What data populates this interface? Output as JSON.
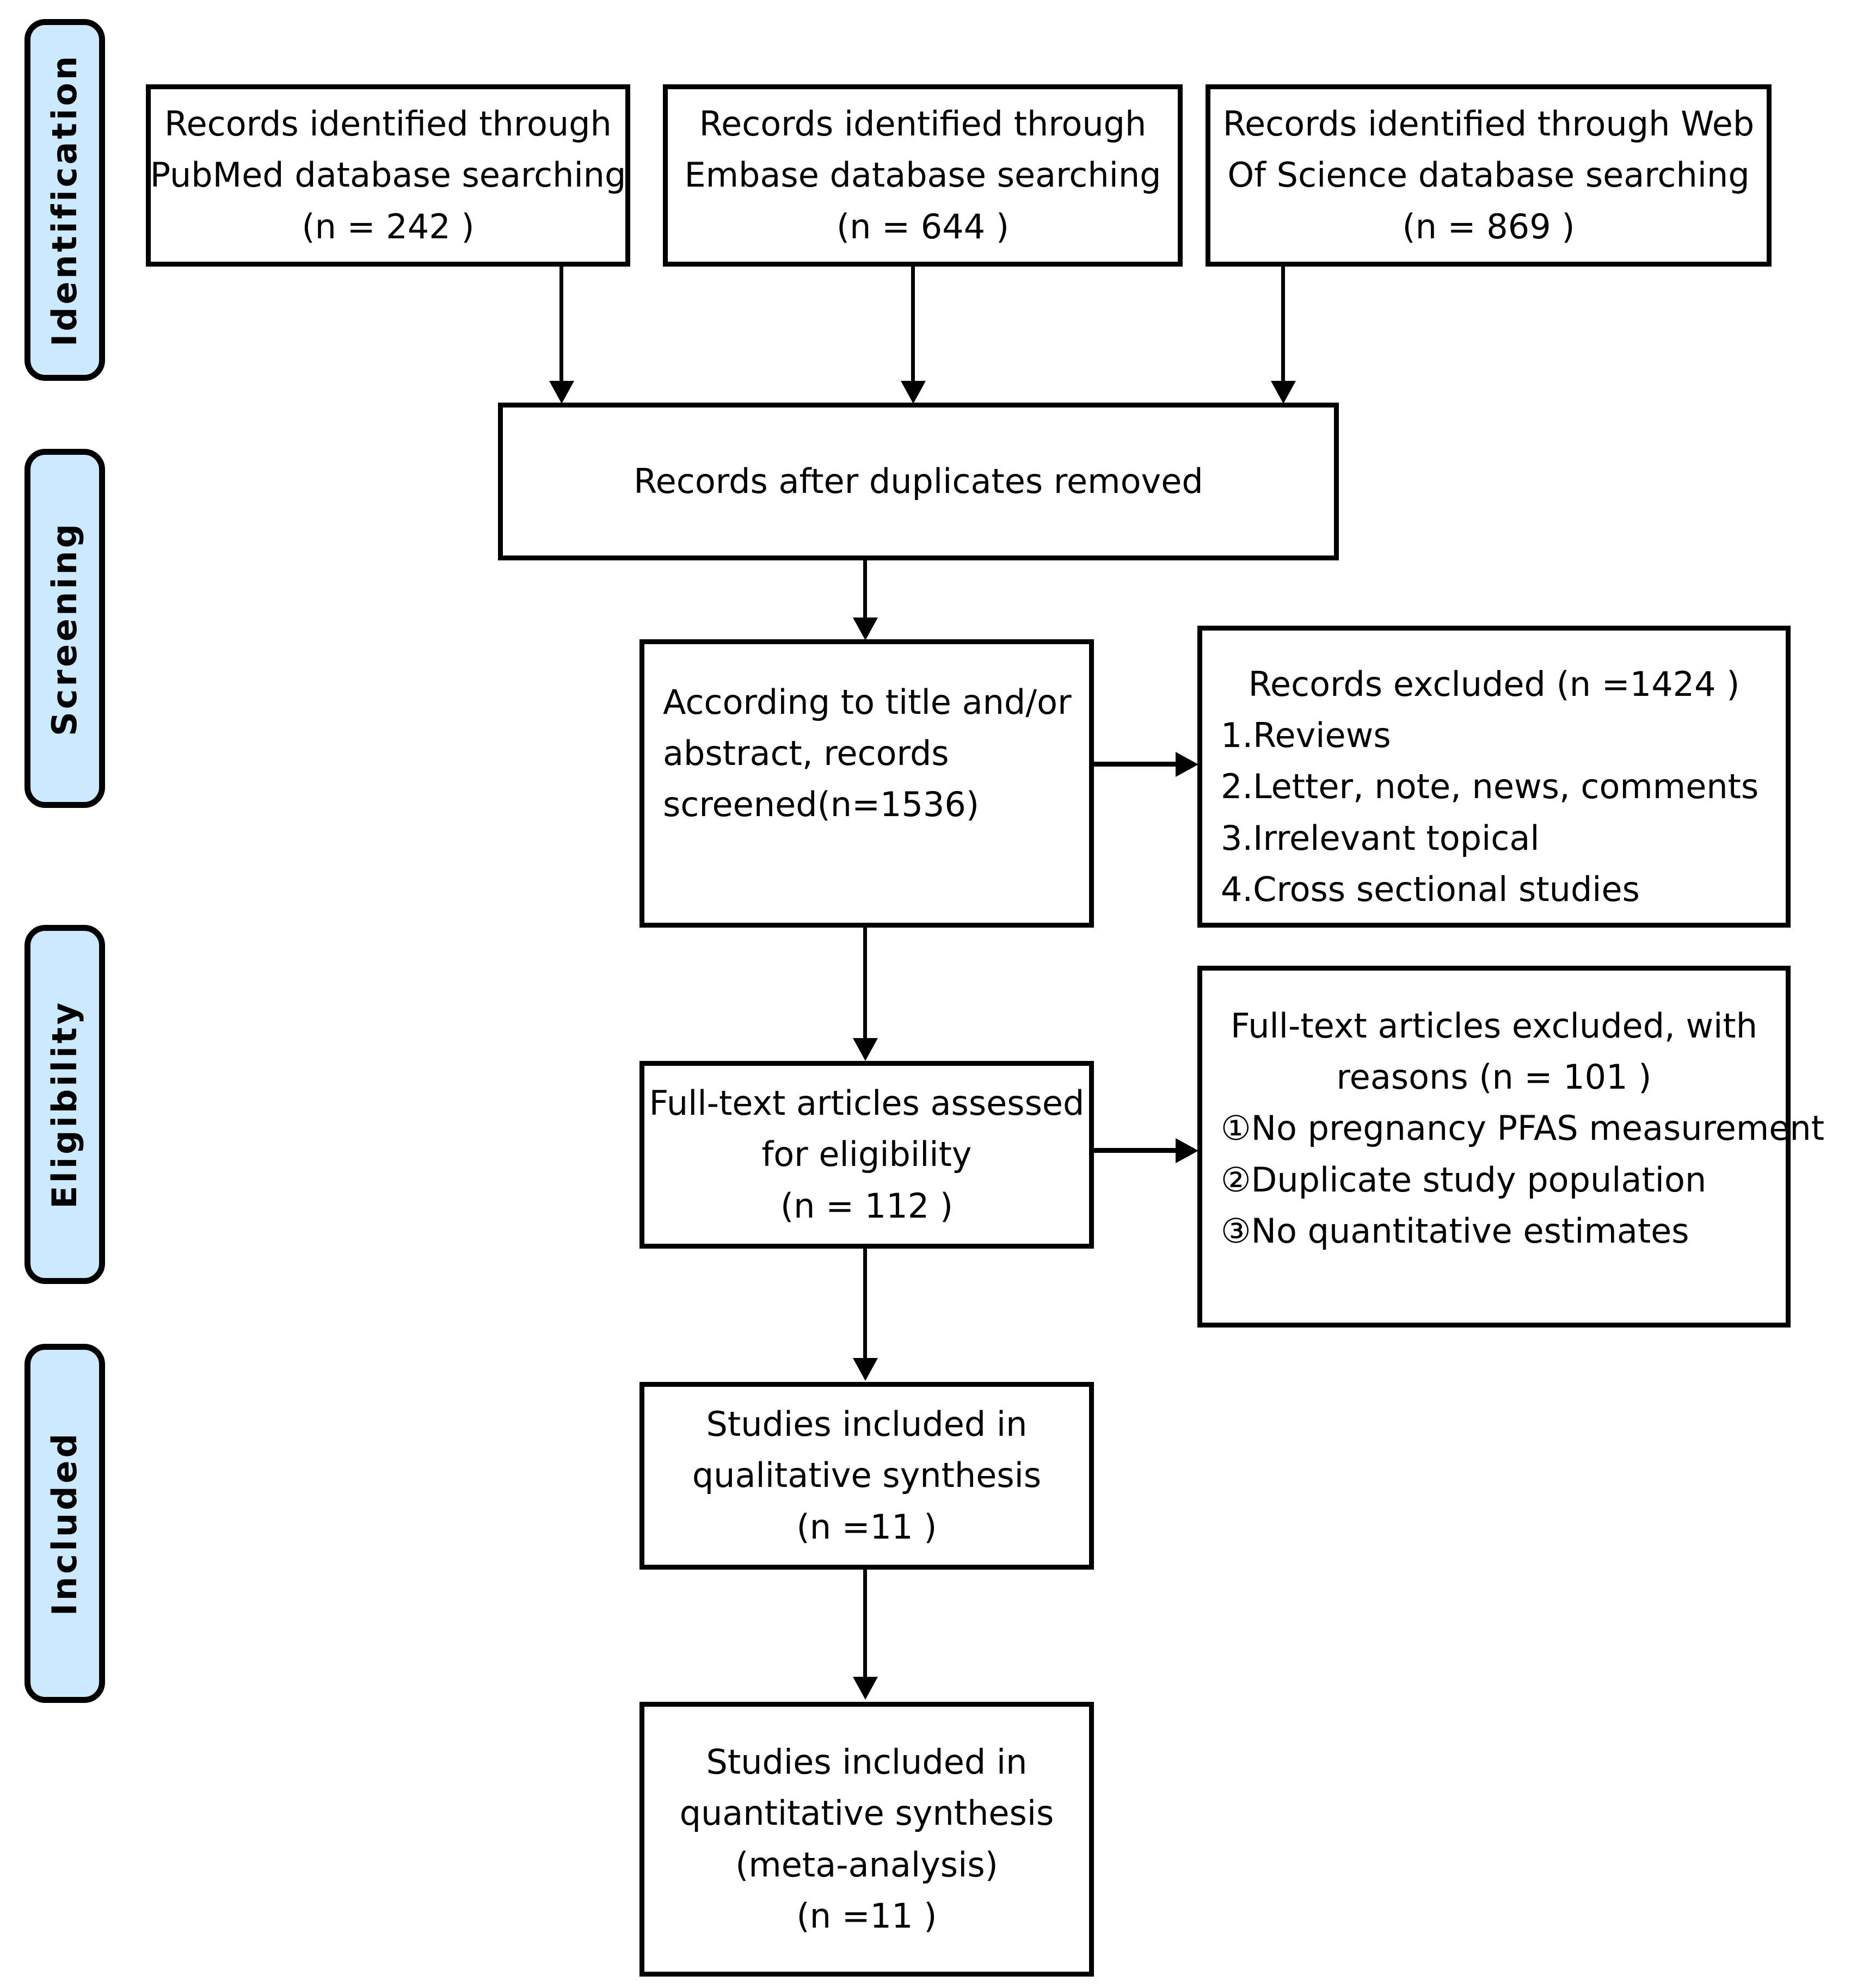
{
  "diagram": {
    "title": "PRISMA study selection flow diagram",
    "accent_color": "#cceaff",
    "line_color": "#000000"
  },
  "stages": [
    {
      "id": "identification",
      "label": "Identification"
    },
    {
      "id": "screening",
      "label": "Screening"
    },
    {
      "id": "eligibility",
      "label": "Eligibility"
    },
    {
      "id": "included",
      "label": "Included"
    }
  ],
  "boxes": {
    "pubmed": {
      "lines": [
        "Records identified through",
        "PubMed database searching",
        "(n = 242  )"
      ],
      "n": 242,
      "source": "PubMed"
    },
    "embase": {
      "lines": [
        "Records identified through",
        "Embase database searching",
        "(n = 644  )"
      ],
      "n": 644,
      "source": "Embase"
    },
    "wos": {
      "lines": [
        "Records identified through  Web",
        "Of Science database searching",
        "(n = 869  )"
      ],
      "n": 869,
      "source": "Web Of Science"
    },
    "duplicates_removed": {
      "lines": [
        "Records after duplicates removed"
      ]
    },
    "screened": {
      "lines": [
        "According to title and/or",
        "abstract, records",
        "screened(n=1536)"
      ],
      "n": 1536
    },
    "records_excluded": {
      "heading": "Records excluded (n =1424   )",
      "n": 1424,
      "reasons": [
        "1.Reviews",
        "2.Letter, note, news, comments",
        "3.Irrelevant topical",
        "4.Cross sectional studies"
      ]
    },
    "fulltext_assessed": {
      "lines": [
        "Full-text articles assessed",
        "for eligibility",
        "(n = 112 )"
      ],
      "n": 112
    },
    "fulltext_excluded": {
      "heading_lines": [
        "Full-text articles excluded, with",
        "reasons (n = 101 )"
      ],
      "n": 101,
      "reasons": [
        "①No pregnancy PFAS measurement",
        "②Duplicate study population",
        "③No quantitative estimates"
      ]
    },
    "qualitative": {
      "lines": [
        "Studies included in",
        "qualitative synthesis",
        "(n =11 )"
      ],
      "n": 11
    },
    "quantitative": {
      "lines": [
        "Studies included in",
        "quantitative synthesis",
        "(meta-analysis)",
        "(n =11 )"
      ],
      "n": 11
    }
  }
}
